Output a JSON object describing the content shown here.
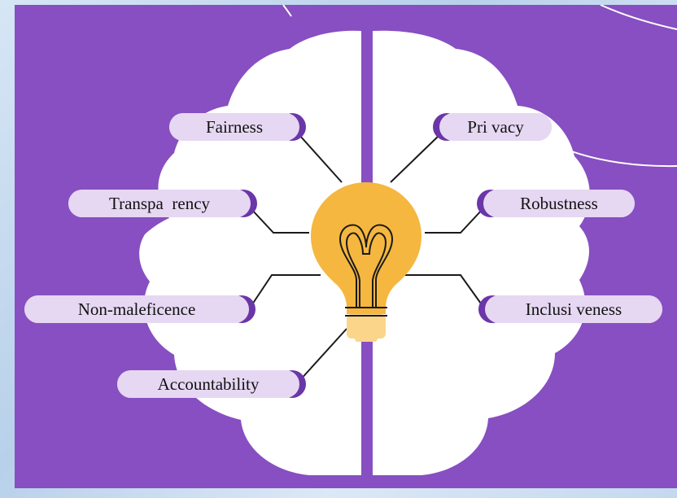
{
  "diagram": {
    "center_icon": "lightbulb-icon",
    "colors": {
      "background": "#874fc1",
      "brain": "#ffffff",
      "bulb": "#f5b73f",
      "bulb_base": "#fbd58a",
      "pill": "#e6d7f2",
      "pill_cap": "#6a36a8",
      "line": "#1a1a1a"
    },
    "labels": {
      "fairness": "Fairness",
      "transparency": "Transpa  rency",
      "non_maleficence": "Non-maleficence",
      "accountability": "Accountability",
      "privacy": "Pri vacy",
      "robustness": "Robustness",
      "inclusiveness": "Inclusi veness"
    }
  }
}
